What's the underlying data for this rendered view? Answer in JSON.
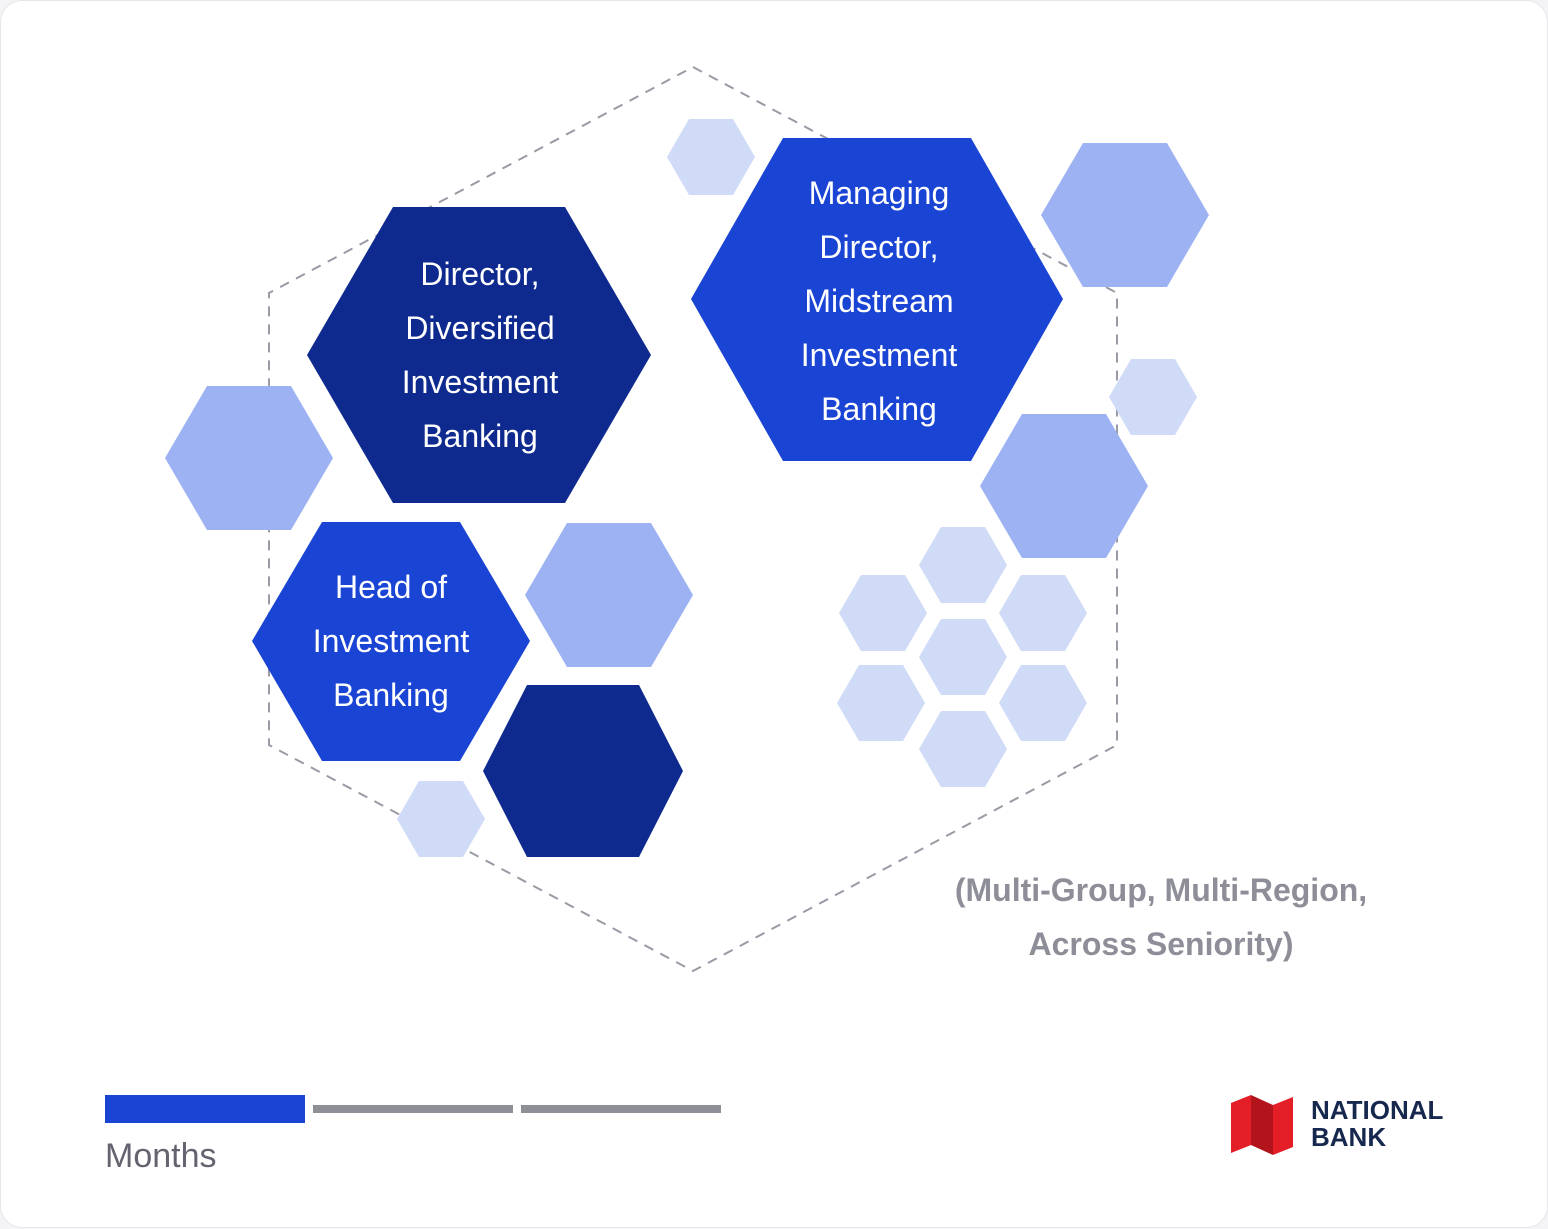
{
  "colors": {
    "dark_navy": "#0e2a8e",
    "royal_blue": "#1a44d4",
    "periwinkle": "#9db2f2",
    "pale_blue": "#d0dbf8",
    "outline_gray": "#9a9aa6",
    "caption_gray": "#8e8e99",
    "progress_gray": "#8e8e96",
    "logo_red": "#e31e26",
    "logo_text": "#17284f"
  },
  "roles": [
    {
      "id": "director",
      "lines": [
        "Director,",
        "Diversified",
        "Investment",
        "Banking"
      ]
    },
    {
      "id": "managing-director",
      "lines": [
        "Managing",
        "Director,",
        "Midstream",
        "Investment",
        "Banking"
      ]
    },
    {
      "id": "head-of-ib",
      "lines": [
        "Head of",
        "Investment",
        "Banking"
      ]
    }
  ],
  "caption": {
    "line1": "(Multi-Group, Multi-Region,",
    "line2": "Across Seniority)"
  },
  "timeline": {
    "label": "Months",
    "segments_total": 3,
    "segments_active": 1
  },
  "logo": {
    "line1": "NATIONAL",
    "line2": "BANK",
    "icon": "national-bank-flag-icon"
  }
}
